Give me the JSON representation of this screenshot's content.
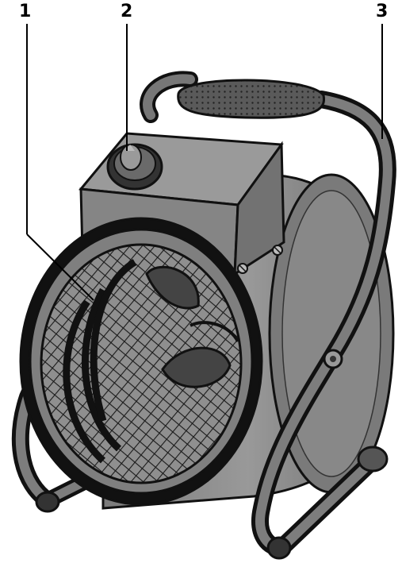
{
  "callouts": [
    {
      "id": "1",
      "label": "1",
      "part": "protective-grille"
    },
    {
      "id": "2",
      "label": "2",
      "part": "thermostat-knob"
    },
    {
      "id": "3",
      "label": "3",
      "part": "carry-handle-stand"
    }
  ],
  "colors": {
    "body": "#8a8a8a",
    "body_dark": "#6f6f6f",
    "body_light": "#9d9d9d",
    "outline": "#111111",
    "handle_grip": "#5a5a5a",
    "grille": "#1a1a1a",
    "leader_line": "#000000"
  },
  "icons": {
    "heater": "fan-heater-illustration",
    "knob": "rotary-knob",
    "screw": "screw-head"
  }
}
